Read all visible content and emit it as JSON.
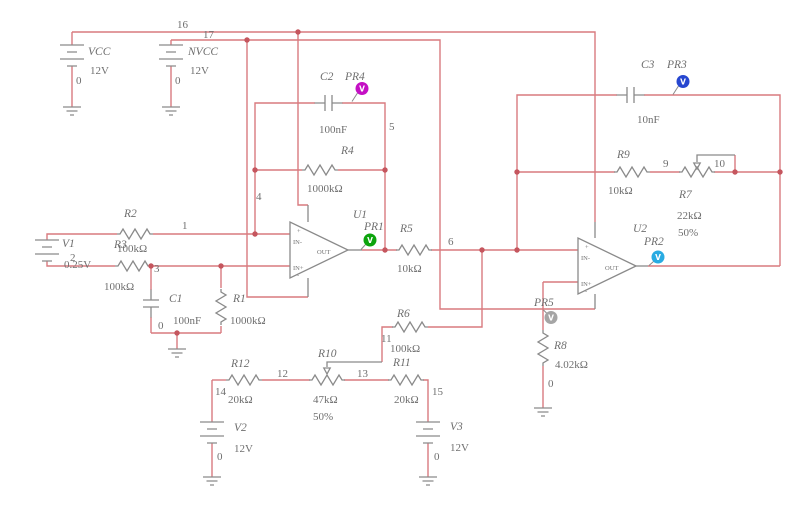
{
  "app": {
    "canvas_bg": "#ffffff"
  },
  "colors": {
    "wire": "#d97a7f",
    "dot": "#c5565e",
    "part": "#8a8a8a",
    "text": "#6f6f6f",
    "probe_glyph": "#ffffff",
    "pr1": "#0da40d",
    "pr2": "#29abe2",
    "pr3": "#2747d0",
    "pr4": "#c410c4",
    "pr5": "#a5a5a5"
  },
  "parts": {
    "vcc": {
      "ref": "VCC",
      "value": "12V"
    },
    "nvcc": {
      "ref": "NVCC",
      "value": "12V"
    },
    "v1": {
      "ref": "V1",
      "value": "0.25V"
    },
    "v2": {
      "ref": "V2",
      "value": "12V"
    },
    "v3": {
      "ref": "V3",
      "value": "12V"
    },
    "r1": {
      "ref": "R1",
      "value": "1000kΩ"
    },
    "r2": {
      "ref": "R2",
      "value": "100kΩ"
    },
    "r3": {
      "ref": "R3",
      "value": "100kΩ"
    },
    "r4": {
      "ref": "R4",
      "value": "1000kΩ"
    },
    "r5": {
      "ref": "R5",
      "value": "10kΩ"
    },
    "r6": {
      "ref": "R6",
      "value": "100kΩ"
    },
    "r7": {
      "ref": "R7",
      "value": "22kΩ",
      "setting": "50%"
    },
    "r8": {
      "ref": "R8",
      "value": "4.02kΩ"
    },
    "r9": {
      "ref": "R9",
      "value": "10kΩ"
    },
    "r10": {
      "ref": "R10",
      "value": "47kΩ",
      "setting": "50%"
    },
    "r11": {
      "ref": "R11",
      "value": "20kΩ"
    },
    "r12": {
      "ref": "R12",
      "value": "20kΩ"
    },
    "c1": {
      "ref": "C1",
      "value": "100nF"
    },
    "c2": {
      "ref": "C2",
      "value": "100nF"
    },
    "c3": {
      "ref": "C3",
      "value": "10nF"
    },
    "u1": {
      "ref": "U1"
    },
    "u2": {
      "ref": "U2"
    }
  },
  "probes": {
    "pr1": {
      "ref": "PR1",
      "glyph": "V"
    },
    "pr2": {
      "ref": "PR2",
      "glyph": "V"
    },
    "pr3": {
      "ref": "PR3",
      "glyph": "V"
    },
    "pr4": {
      "ref": "PR4",
      "glyph": "V"
    },
    "pr5": {
      "ref": "PR5",
      "glyph": "V"
    }
  },
  "opamp_pins": {
    "inm": "IN-",
    "inp": "IN+",
    "out": "OUT",
    "plus": "+",
    "minus": "-"
  },
  "nodes": {
    "0": "0",
    "1": "1",
    "2": "2",
    "3": "3",
    "4": "4",
    "5": "5",
    "6": "6",
    "9": "9",
    "10": "10",
    "11": "11",
    "12": "12",
    "13": "13",
    "14": "14",
    "15": "15",
    "16": "16",
    "17": "17"
  }
}
